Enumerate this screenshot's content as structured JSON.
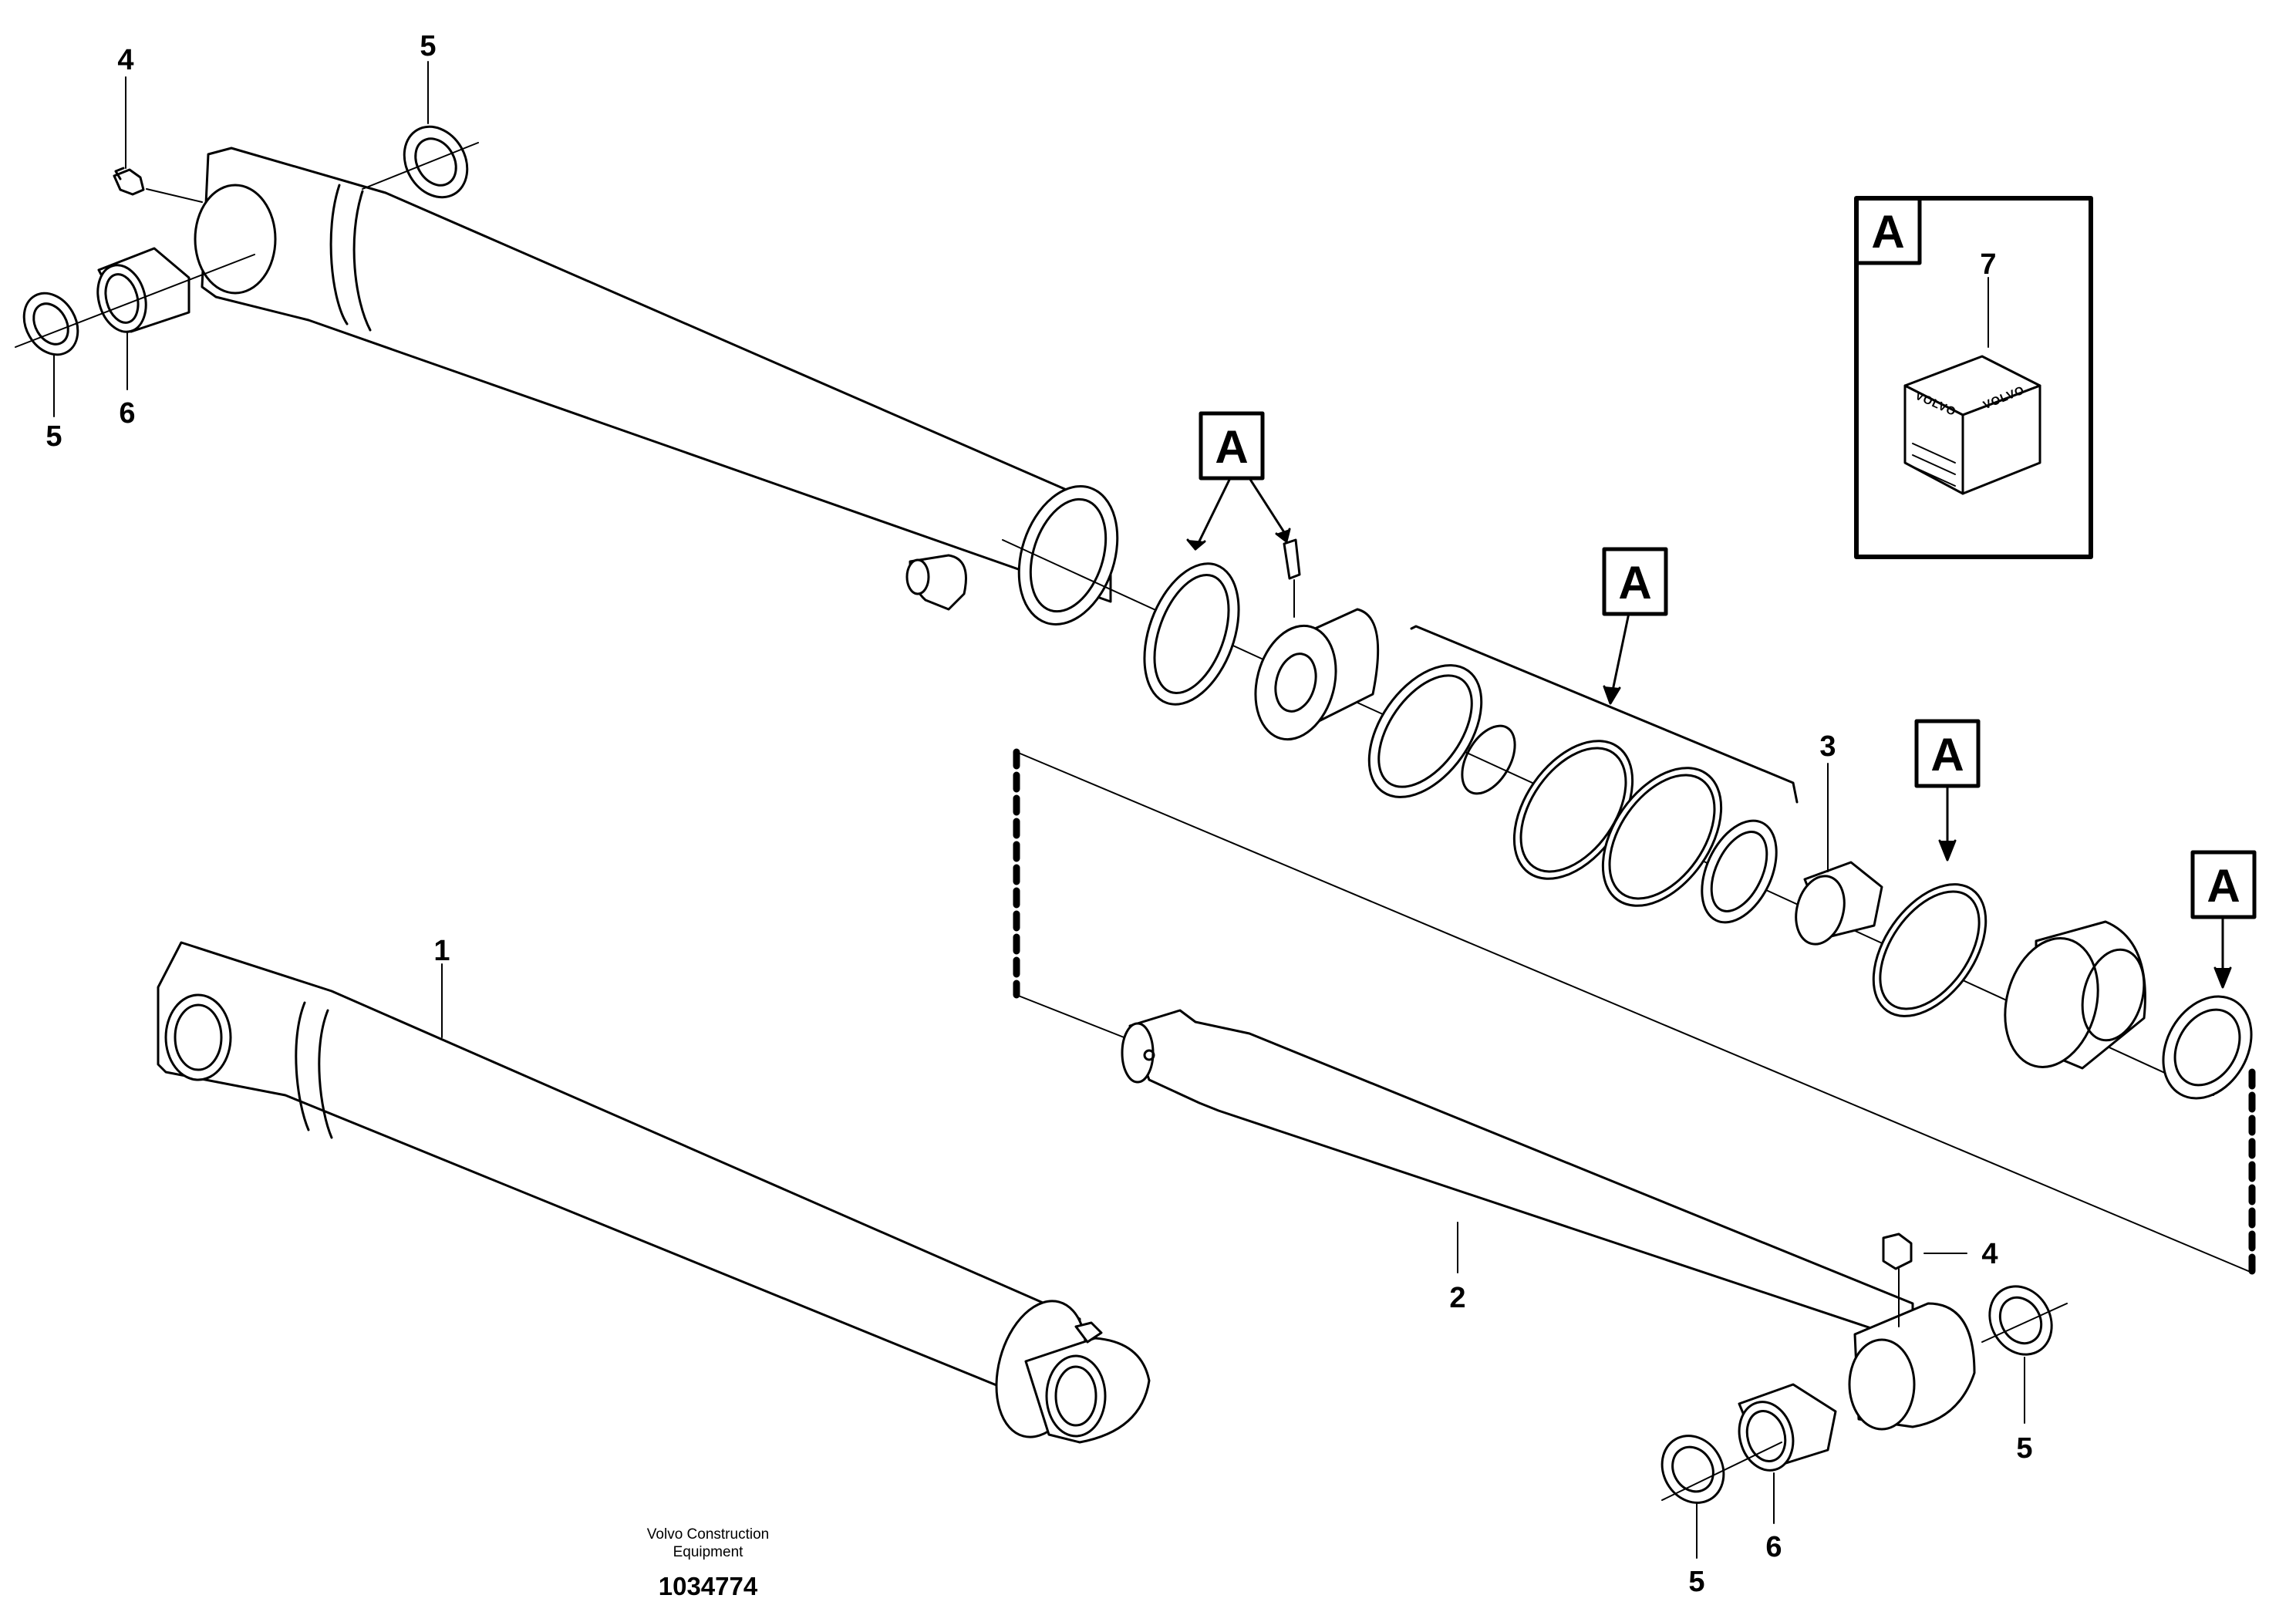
{
  "callouts": {
    "c1": "1",
    "c2": "2",
    "c3": "3",
    "c4a": "4",
    "c4b": "4",
    "c5a": "5",
    "c5b": "5",
    "c5c": "5",
    "c5d": "5",
    "c6a": "6",
    "c6b": "6",
    "c7": "7"
  },
  "kit_marker": "A",
  "inset": {
    "label": "A",
    "logo_text": "VOLVO"
  },
  "footer": {
    "line1": "Volvo Construction",
    "line2": "Equipment",
    "drawing_number": "1034774"
  }
}
